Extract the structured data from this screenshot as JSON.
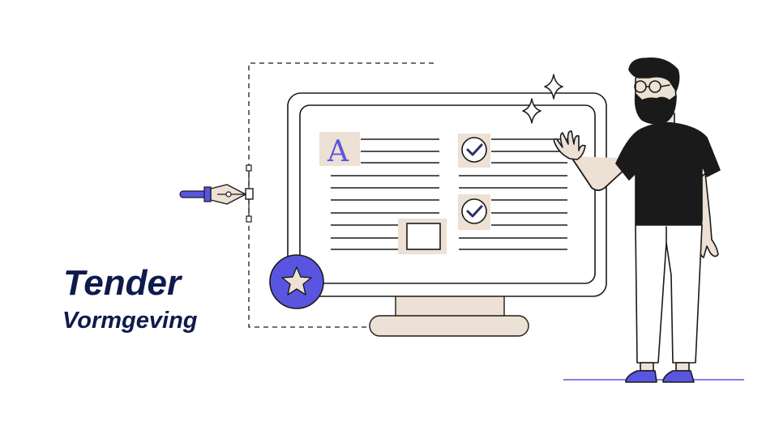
{
  "title": {
    "main": "Tender",
    "sub": "Vormgeving"
  },
  "screen": {
    "typography_glyph": "A"
  },
  "colors": {
    "ink": "#1a1a1a",
    "accent": "#5a55e0",
    "beige": "#ede0d4",
    "navy": "#0f1a4d"
  },
  "icons": [
    "pen-tool-icon",
    "star-icon",
    "checkmark-icon",
    "sparkle-icon",
    "text-glyph-icon"
  ]
}
